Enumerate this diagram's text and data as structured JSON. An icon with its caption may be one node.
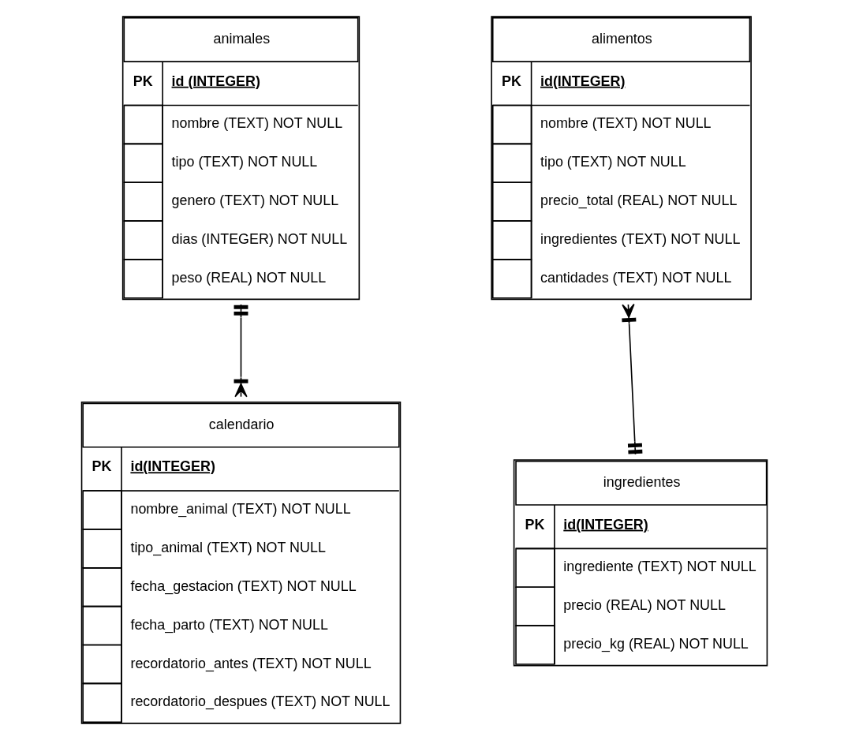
{
  "diagram": {
    "nodes": [
      {
        "text": [
          "animales",
          "PK",
          "id (INTEGER)",
          "nombre (TEXT) NOT NULL",
          "tipo (TEXT) NOT NULL",
          "genero (TEXT) NOT NULL",
          "dias (INTEGER) NOT NULL",
          "peso (REAL) NOT NULL"
        ]
      },
      {
        "text": [
          "alimentos",
          "PK",
          "id(INTEGER)",
          "nombre (TEXT) NOT NULL",
          "tipo (TEXT) NOT NULL",
          "precio_total (REAL) NOT NULL",
          "ingredientes (TEXT) NOT NULL",
          "cantidades (TEXT) NOT NULL"
        ]
      },
      {
        "text": [
          "ingredientes",
          "PK",
          "id(INTEGER)",
          "ingrediente (TEXT) NOT NULL",
          "precio (REAL) NOT NULL",
          "precio_kg (REAL) NOT NULL"
        ]
      },
      {
        "text": [
          "calendario",
          "PK",
          "id(INTEGER)",
          "nombre_animal (TEXT) NOT NULL",
          "tipo_animal (TEXT) NOT NULL",
          "fecha_gestacion (TEXT) NOT NULL",
          "fecha_parto (TEXT) NOT NULL",
          "recordatorio_antes (TEXT) NOT NULL",
          "recordatorio_despues (TEXT) NOT NULL"
        ]
      }
    ],
    "edges": [
      {
        "from": 0,
        "to": 3,
        "arrow": "other"
      },
      {
        "from": 2,
        "to": 1,
        "arrow": "other"
      }
    ]
  }
}
